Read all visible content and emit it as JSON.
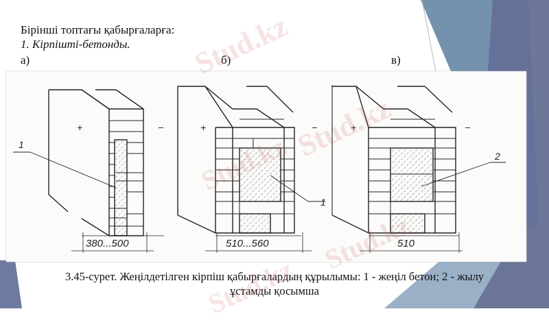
{
  "slide": {
    "title": "Бірінші топтағы қабырғаларға:",
    "subtitle": "1. Кірпішті-бетонды.",
    "labels": [
      "а)",
      "б)",
      "в)"
    ],
    "figure": {
      "panels": [
        {
          "id": "a",
          "dimension": "380...500",
          "callout": "1",
          "plus": "+",
          "minus": "−"
        },
        {
          "id": "b",
          "dimension": "510...560",
          "callout": "1",
          "plus": "+",
          "minus": "−"
        },
        {
          "id": "v",
          "dimension": "510",
          "callout": "2",
          "plus": "+",
          "minus": "−"
        }
      ]
    },
    "caption_line1": "3.45-сурет. Жеңілдетілген кірпіш қабырғалардың құрылымы: 1 - жеңіл бетон; 2 - жылу",
    "caption_line2": "ұстамды қосымша",
    "watermark": "Stud.kz",
    "colors": {
      "accent_blue": "#7090ad",
      "accent_slate": "#6a7598",
      "accent_light": "#9aaec4"
    }
  }
}
